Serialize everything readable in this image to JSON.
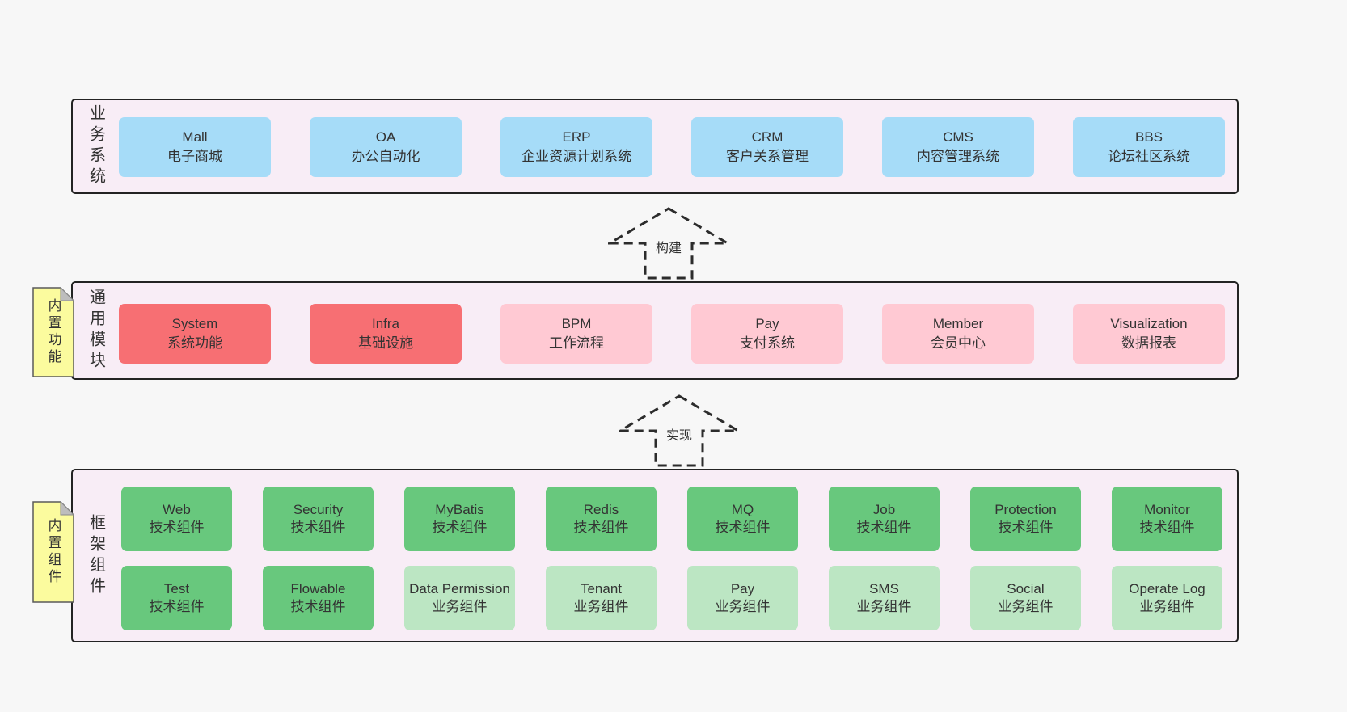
{
  "colors": {
    "page_bg": "#f7f7f7",
    "band_bg": "#f8edf6",
    "band_border": "#232323",
    "blue_node": "#a6dcf8",
    "red_node": "#f76f73",
    "pink_node": "#ffc9d3",
    "tech_node_green": "#68c87d",
    "biz_node_green": "#bce6c3",
    "sticky_yellow": "#fbfb9e",
    "fold_gray": "#bdbdbd",
    "text": "#333333"
  },
  "arrows": [
    {
      "label": "构建"
    },
    {
      "label": "实现"
    }
  ],
  "sections": {
    "business": {
      "label": "业务系统",
      "items": [
        {
          "name": "Mall",
          "desc": "电子商城",
          "variant": "blue"
        },
        {
          "name": "OA",
          "desc": "办公自动化",
          "variant": "blue"
        },
        {
          "name": "ERP",
          "desc": "企业资源计划系统",
          "variant": "blue"
        },
        {
          "name": "CRM",
          "desc": "客户关系管理",
          "variant": "blue"
        },
        {
          "name": "CMS",
          "desc": "内容管理系统",
          "variant": "blue"
        },
        {
          "name": "BBS",
          "desc": "论坛社区系统",
          "variant": "blue"
        }
      ]
    },
    "modules": {
      "label": "通用模块",
      "note": "内置功能",
      "items": [
        {
          "name": "System",
          "desc": "系统功能",
          "variant": "red"
        },
        {
          "name": "Infra",
          "desc": "基础设施",
          "variant": "red"
        },
        {
          "name": "BPM",
          "desc": "工作流程",
          "variant": "pink"
        },
        {
          "name": "Pay",
          "desc": "支付系统",
          "variant": "pink"
        },
        {
          "name": "Member",
          "desc": "会员中心",
          "variant": "pink"
        },
        {
          "name": "Visualization",
          "desc": "数据报表",
          "variant": "pink"
        }
      ]
    },
    "components": {
      "label": "框架组件",
      "note": "内置组件",
      "rows": [
        [
          {
            "name": "Web",
            "desc": "技术组件",
            "variant": "tech"
          },
          {
            "name": "Security",
            "desc": "技术组件",
            "variant": "tech"
          },
          {
            "name": "MyBatis",
            "desc": "技术组件",
            "variant": "tech"
          },
          {
            "name": "Redis",
            "desc": "技术组件",
            "variant": "tech"
          },
          {
            "name": "MQ",
            "desc": "技术组件",
            "variant": "tech"
          },
          {
            "name": "Job",
            "desc": "技术组件",
            "variant": "tech"
          },
          {
            "name": "Protection",
            "desc": "技术组件",
            "variant": "tech"
          },
          {
            "name": "Monitor",
            "desc": "技术组件",
            "variant": "tech"
          }
        ],
        [
          {
            "name": "Test",
            "desc": "技术组件",
            "variant": "tech"
          },
          {
            "name": "Flowable",
            "desc": "技术组件",
            "variant": "tech"
          },
          {
            "name": "Data Permission",
            "desc": "业务组件",
            "variant": "biz"
          },
          {
            "name": "Tenant",
            "desc": "业务组件",
            "variant": "biz"
          },
          {
            "name": "Pay",
            "desc": "业务组件",
            "variant": "biz"
          },
          {
            "name": "SMS",
            "desc": "业务组件",
            "variant": "biz"
          },
          {
            "name": "Social",
            "desc": "业务组件",
            "variant": "biz"
          },
          {
            "name": "Operate Log",
            "desc": "业务组件",
            "variant": "biz"
          }
        ]
      ]
    }
  }
}
